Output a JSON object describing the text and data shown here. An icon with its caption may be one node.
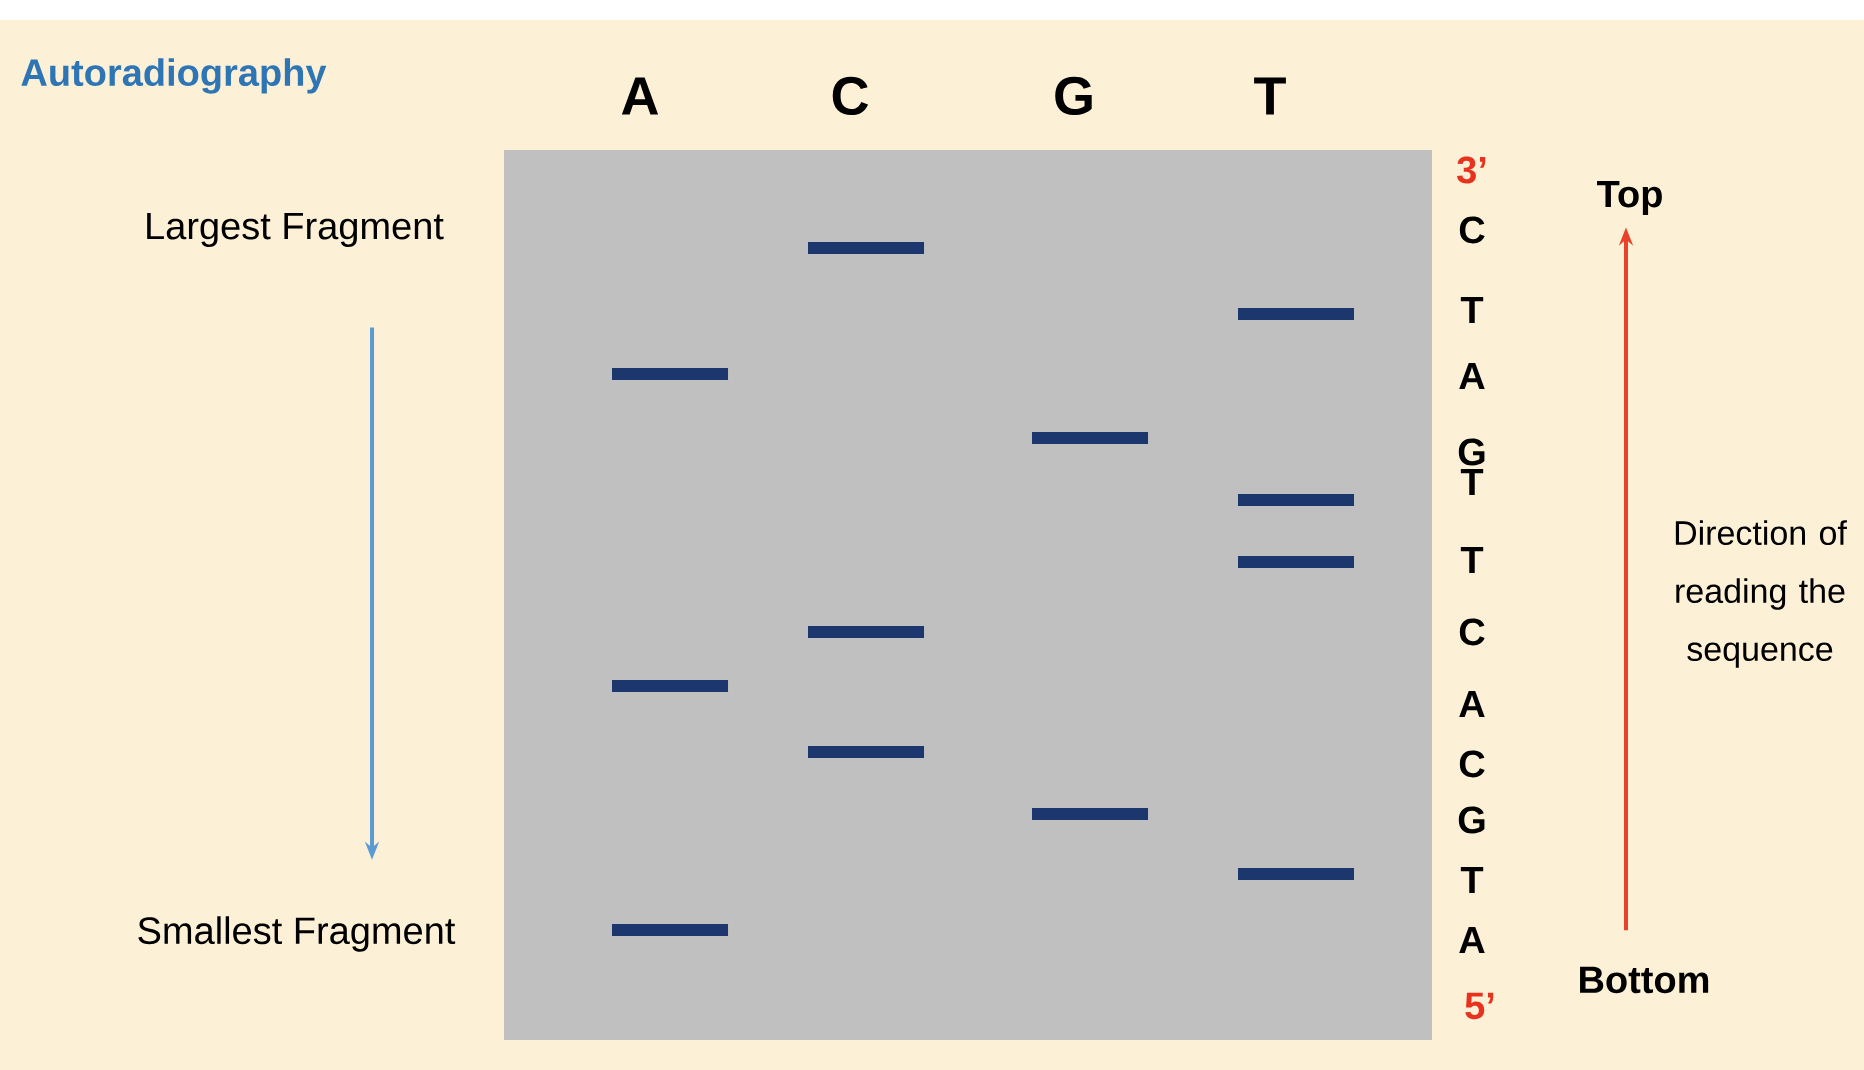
{
  "diagram": {
    "title": "Autoradiography",
    "nodes": [
      {
        "text": [
          "Largest Fragment"
        ]
      },
      {
        "text": [
          "Smallest Fragment"
        ]
      },
      {
        "text": [
          "Top"
        ]
      },
      {
        "text": [
          "Bottom"
        ]
      }
    ],
    "edges": [
      {
        "from": 0,
        "to": 1,
        "arrow": "to",
        "color": "#5b9bd5"
      },
      {
        "from": 3,
        "to": 2,
        "arrow": "to",
        "color": "#e8412c"
      }
    ],
    "labels": [
      "A",
      "C",
      "G",
      "T",
      "3’",
      "C",
      "T",
      "A",
      "G",
      "T",
      "T",
      "C",
      "A",
      "C",
      "G",
      "T",
      "A",
      "5’",
      "Direction of reading the sequence"
    ]
  }
}
